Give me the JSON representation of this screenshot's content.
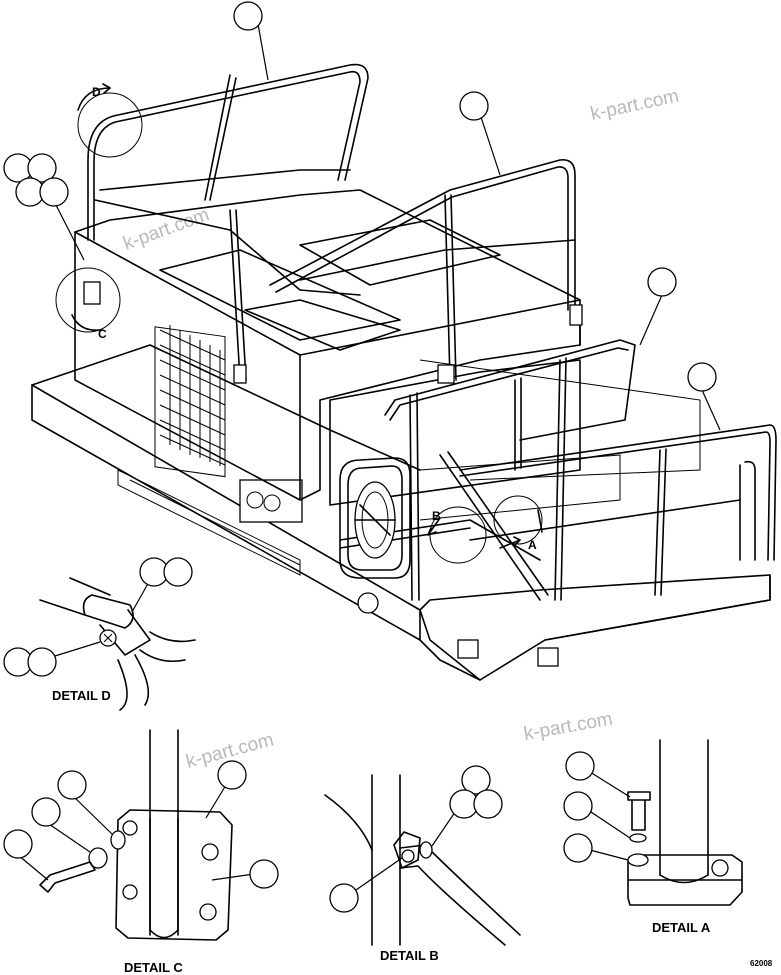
{
  "watermark": {
    "text": "k-part.com",
    "color": "#b8b8b8"
  },
  "detail_labels": {
    "a": "DETAIL A",
    "b": "DETAIL B",
    "c": "DETAIL C",
    "d": "DETAIL D"
  },
  "view_markers": {
    "a": "A",
    "b": "B",
    "c": "C",
    "d": "D"
  },
  "figure_code": "62008",
  "colors": {
    "line": "#000000",
    "background": "#ffffff"
  }
}
